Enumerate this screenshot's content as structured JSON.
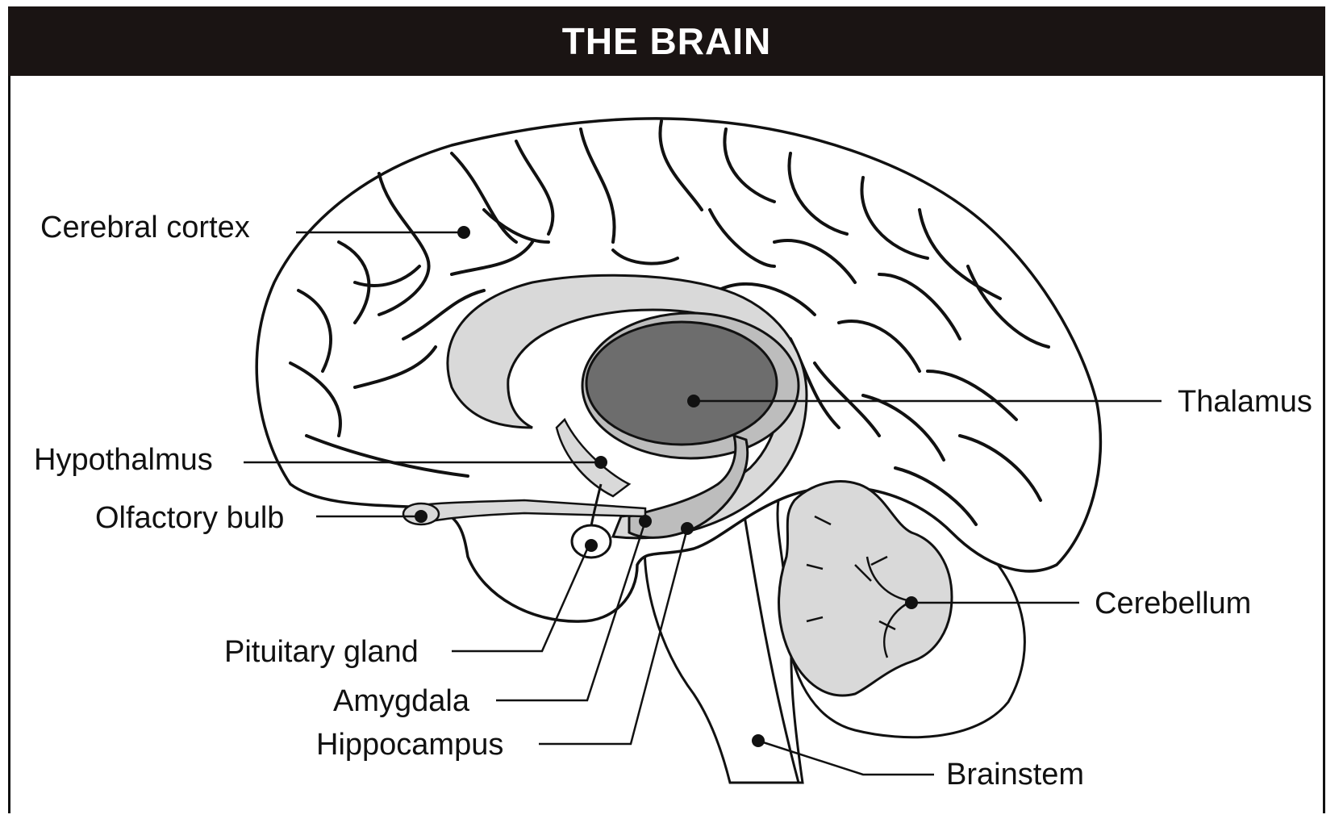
{
  "title": "THE BRAIN",
  "colors": {
    "title_bg": "#1a1413",
    "title_text": "#ffffff",
    "outline": "#111111",
    "light_gray": "#d9d9d9",
    "mid_gray": "#bdbdbd",
    "thalamus": "#6d6d6d",
    "background": "#ffffff"
  },
  "labels": {
    "cerebral_cortex": "Cerebral cortex",
    "hypothalmus": "Hypothalmus",
    "olfactory_bulb": "Olfactory bulb",
    "pituitary_gland": "Pituitary gland",
    "amygdala": "Amygdala",
    "hippocampus": "Hippocampus",
    "thalamus": "Thalamus",
    "cerebellum": "Cerebellum",
    "brainstem": "Brainstem"
  }
}
